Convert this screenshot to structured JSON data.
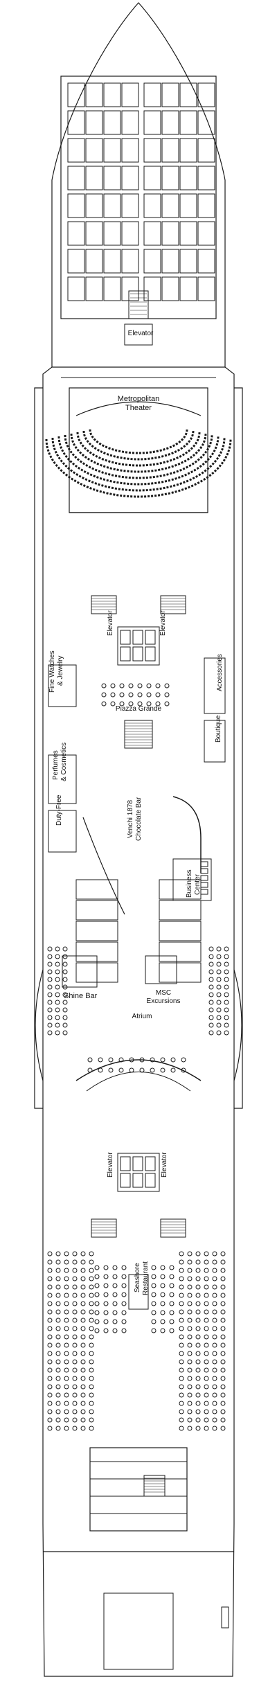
{
  "labels": {
    "elevator_bow": "Elevator",
    "theater_line1": "Metropolitan",
    "theater_line2": "Theater",
    "elevator_fwd_left": "Elevator",
    "elevator_fwd_right": "Elevator",
    "fine_watches_line1": "Fine Watches",
    "fine_watches_line2": "& Jewelry",
    "accessories": "Accessories",
    "piazza_grande": "Piazza Grande",
    "boutique": "Boutique",
    "perfumes_line1": "Perfumes",
    "perfumes_line2": "& Cosmetics",
    "duty_free": "Duty-Free",
    "chocolate_line1": "Venchi 1878",
    "chocolate_line2": "Chocolate Bar",
    "business_line1": "Business",
    "business_line2": "Center",
    "shine_bar": "Shine Bar",
    "msc_line1": "MSC",
    "msc_line2": "Excursions",
    "atrium": "Atrium",
    "elevator_aft_left": "Elevator",
    "elevator_aft_right": "Elevator",
    "restaurant_line1": "Restaurant",
    "restaurant_line2": "Seashore"
  },
  "colors": {
    "line": "#1a1a1a",
    "background": "#ffffff"
  }
}
